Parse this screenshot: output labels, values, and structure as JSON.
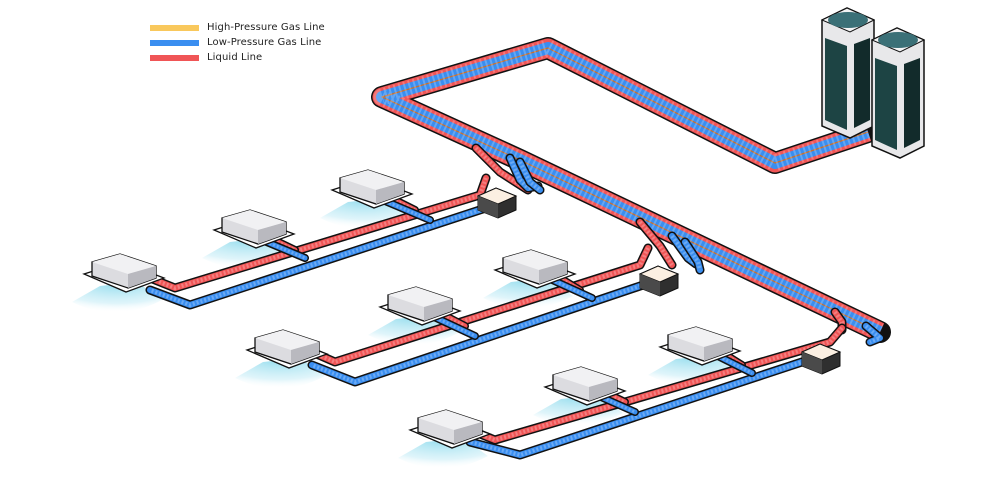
{
  "legend": {
    "items": [
      {
        "label": "High-Pressure Gas Line",
        "color": "#f9c85c",
        "key": "hp_gas"
      },
      {
        "label": "Low-Pressure Gas Line",
        "color": "#3a8ef0",
        "key": "lp_gas"
      },
      {
        "label": "Liquid Line",
        "color": "#f05556",
        "key": "liquid"
      }
    ]
  },
  "colors": {
    "outline": "#111111",
    "pipe_inner": "#c8702e",
    "outdoor_casing": "#e8e8ea",
    "outdoor_panel": "#1d4444",
    "outdoor_fan": "#3b7077",
    "indoor_unit": "#dcdce0",
    "airflow": "#7fd6ea",
    "branch_box_top": "#fbefe2",
    "branch_box_side": "#2f2f2f"
  },
  "system": {
    "outdoor_units": 2,
    "branch_controllers": 3,
    "indoor_units_per_branch": 3
  }
}
